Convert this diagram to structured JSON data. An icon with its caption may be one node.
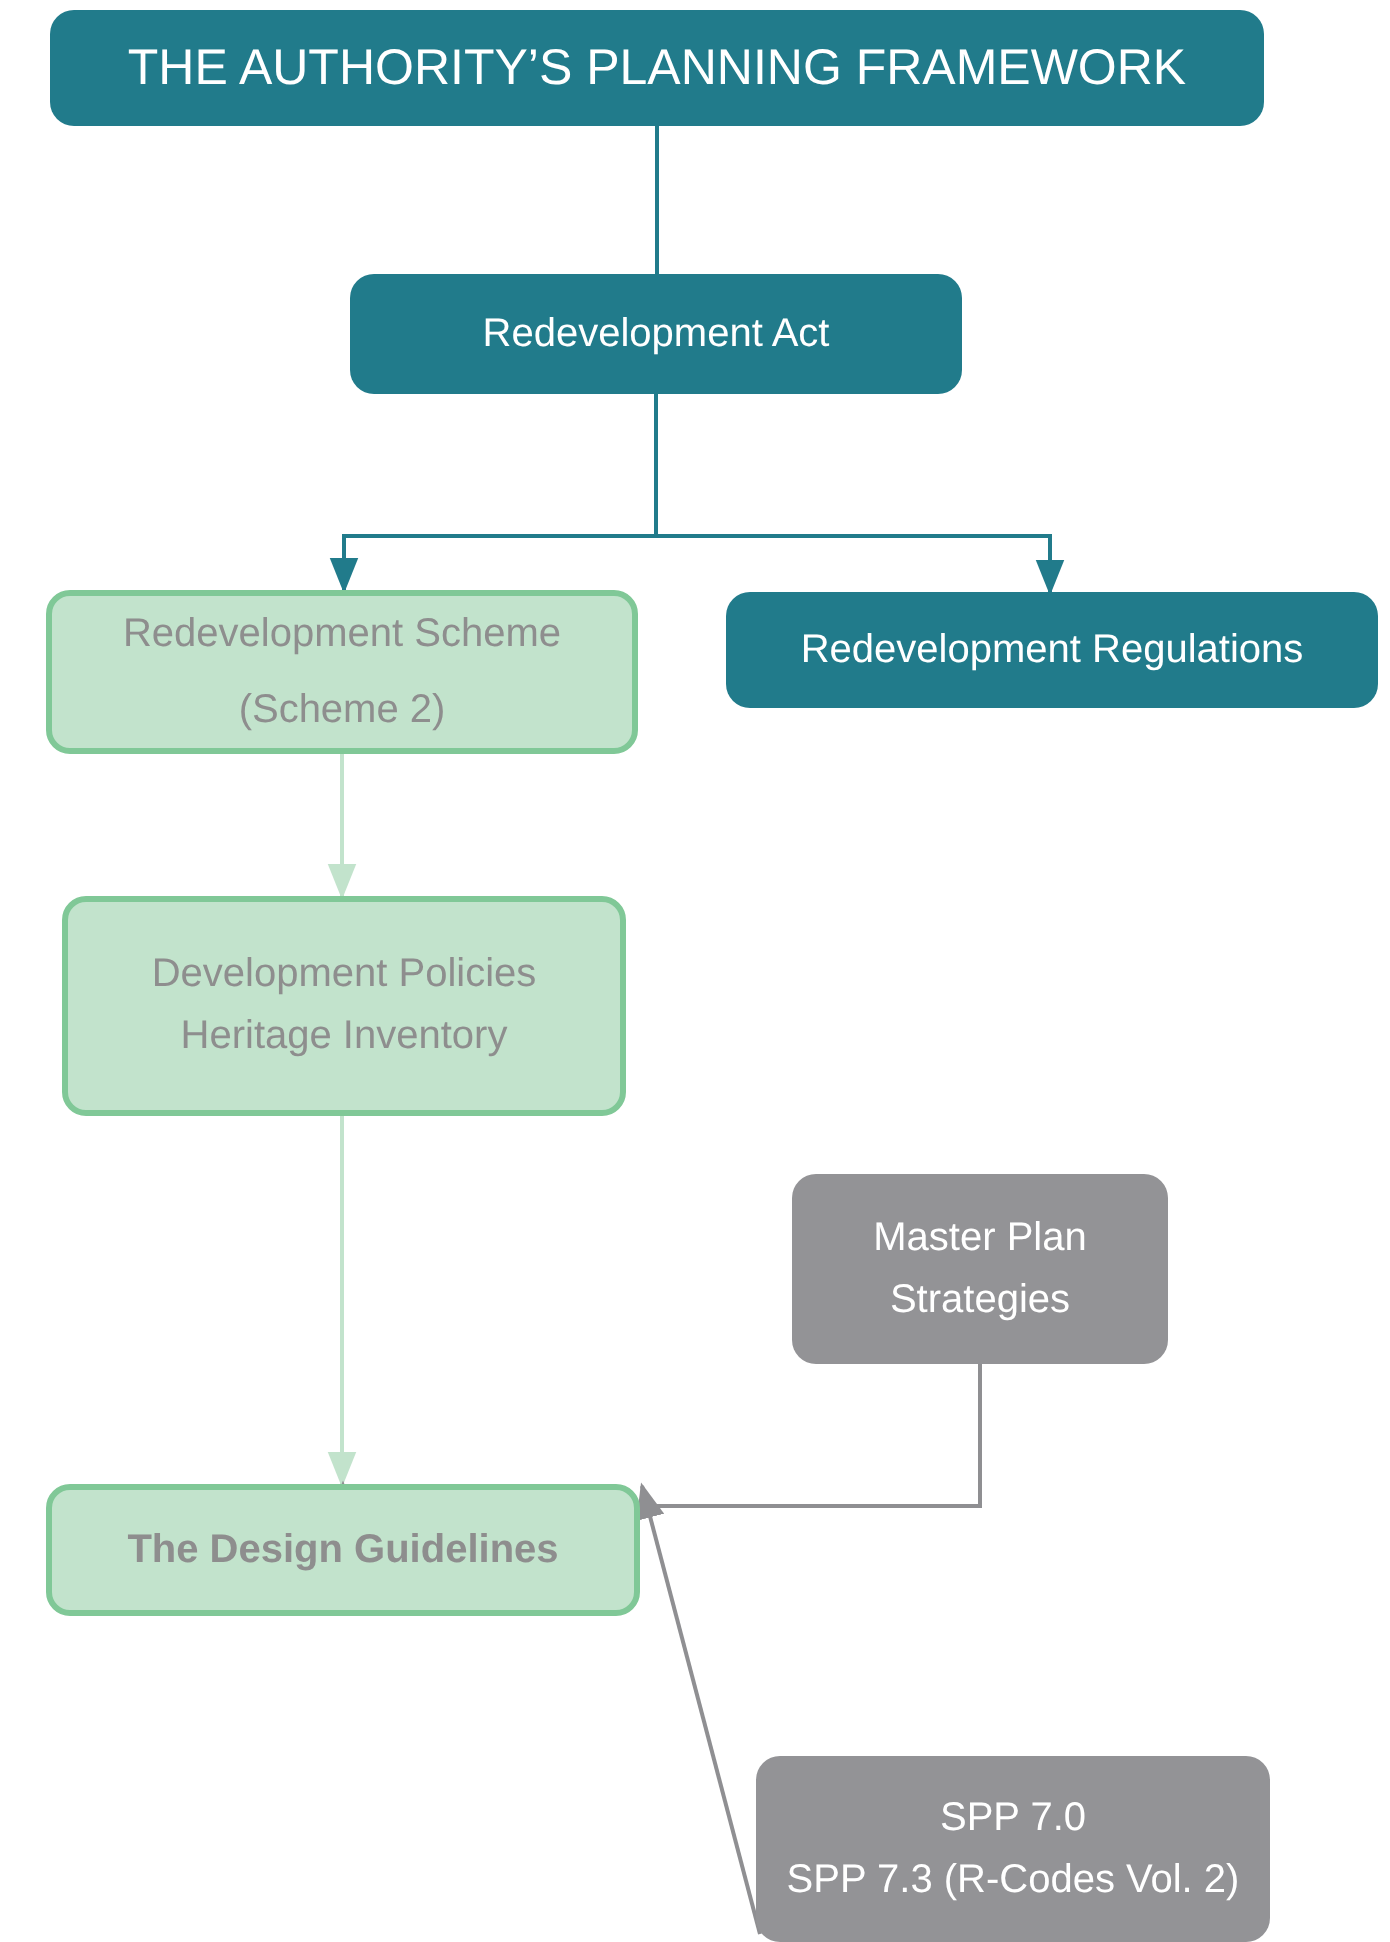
{
  "diagram": {
    "nodes": [
      {
        "text": [
          "THE AUTHORITY’S PLANNING FRAMEWORK"
        ]
      },
      {
        "text": [
          "Redevelopment Act"
        ]
      },
      {
        "text": [
          "Redevelopment Scheme (Scheme 2)"
        ]
      },
      {
        "text": [
          "Redevelopment Regulations"
        ]
      },
      {
        "text": [
          "Development Policies",
          "Heritage Inventory"
        ]
      },
      {
        "text": [
          "The Design Guidelines"
        ]
      },
      {
        "text": [
          "Master Plan Strategies"
        ]
      },
      {
        "text": [
          "SPP 7.0",
          "SPP 7.3 (R-Codes Vol. 2)"
        ]
      }
    ],
    "edges": [
      {
        "from": 0,
        "to": 1,
        "arrow": "none"
      },
      {
        "from": 1,
        "to": 2,
        "arrow": "to"
      },
      {
        "from": 1,
        "to": 3,
        "arrow": "to"
      },
      {
        "from": 2,
        "to": 4,
        "arrow": "to",
        "color": "#c2e3cc"
      },
      {
        "from": 4,
        "to": 5,
        "arrow": "to",
        "color": "#c2e3cc"
      },
      {
        "from": 6,
        "to": 5,
        "arrow": "to",
        "color": "#8f8f92"
      },
      {
        "from": 7,
        "to": 5,
        "arrow": "to",
        "color": "#8f8f92"
      }
    ]
  }
}
